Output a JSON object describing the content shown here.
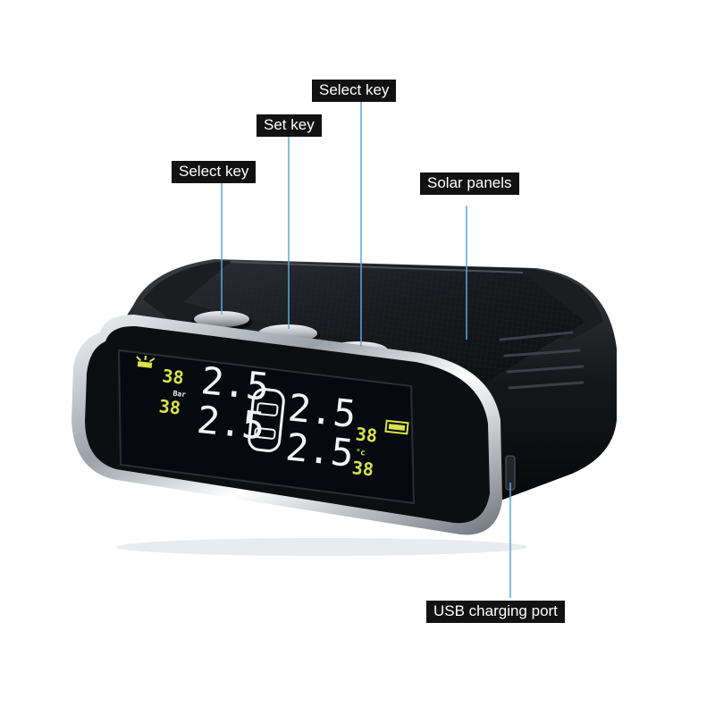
{
  "callouts": {
    "select_key_left": "Select key",
    "set_key": "Set key",
    "select_key_top": "Select key",
    "solar_panels": "Solar panels",
    "usb_port": "USB charging port"
  },
  "display": {
    "left_front_temp": "38",
    "left_rear_temp": "38",
    "right_front_temp": "38",
    "right_rear_temp": "38",
    "pressure_unit": "Bar",
    "temp_unit": "°c",
    "front_left_pressure": "2.5",
    "front_right_pressure": "2.5",
    "rear_left_pressure": "2.5",
    "rear_right_pressure": "2.5"
  },
  "colors": {
    "lcd_background": "#0a0f14",
    "lcd_white": "#f2f4f6",
    "lcd_yellow": "#d9e34a",
    "callout_bg": "#121212",
    "leader_line": "#5aa9dc"
  }
}
